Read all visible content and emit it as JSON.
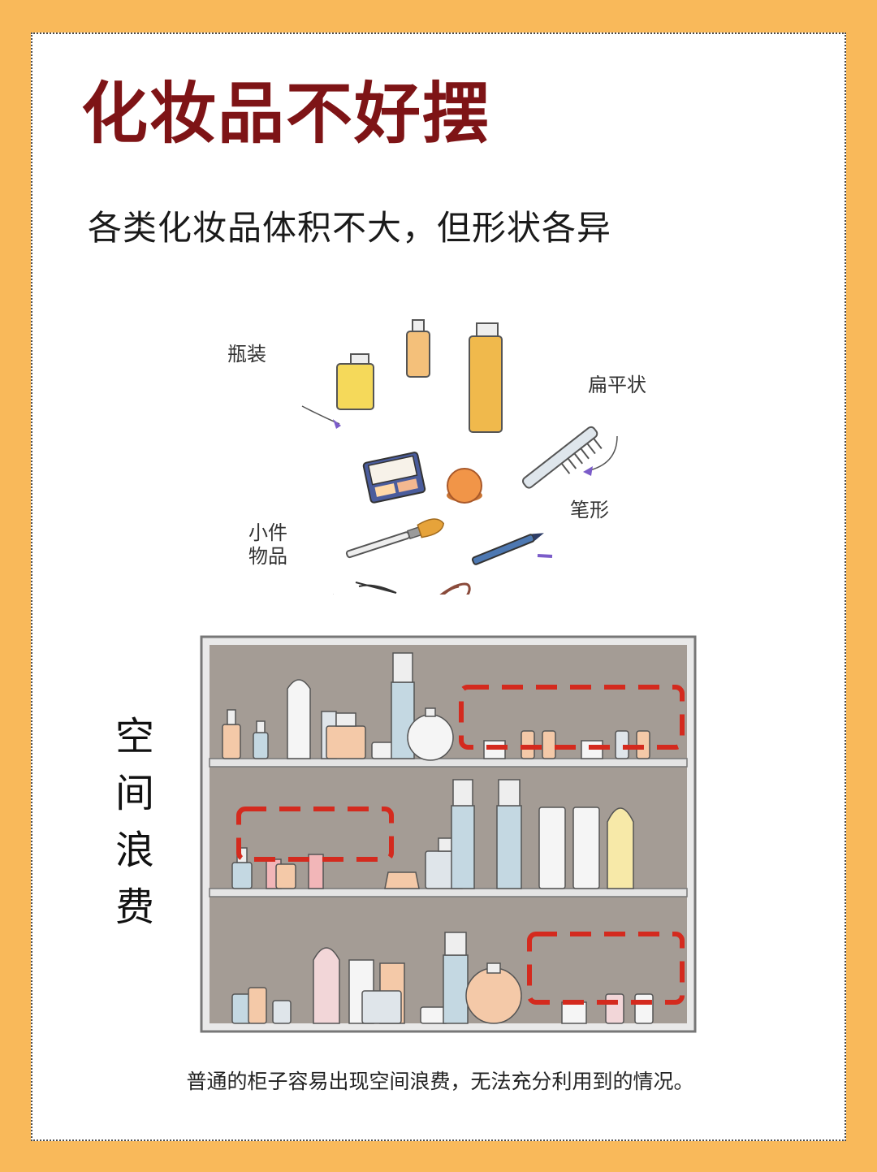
{
  "title": "化妆品不好摆",
  "subtitle": "各类化妆品体积不大，但形状各异",
  "labels": {
    "bottle": "瓶装",
    "flat": "扁平状",
    "pen": "笔形",
    "small_line1": "小件",
    "small_line2": "物品"
  },
  "vertical_text": [
    "空",
    "间",
    "浪",
    "费"
  ],
  "caption": "普通的柜子容易出现空间浪费，无法充分利用到的情况。",
  "colors": {
    "background": "#f9b95a",
    "title": "#7e1416",
    "dash": "#d42a1e"
  }
}
